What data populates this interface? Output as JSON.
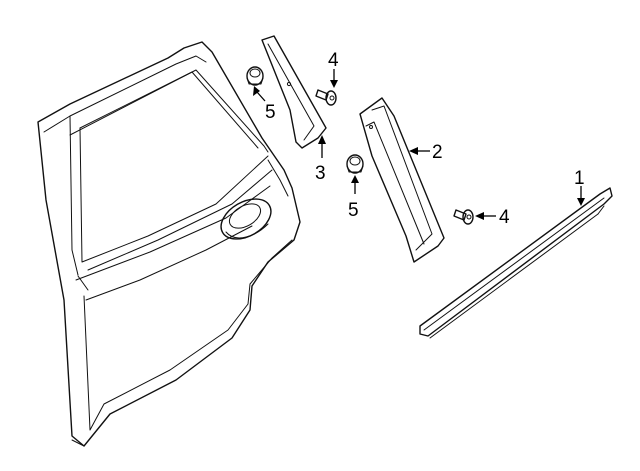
{
  "callouts": [
    {
      "id": "door",
      "label": ""
    },
    {
      "id": "c1",
      "label": "1",
      "part": "belt molding"
    },
    {
      "id": "c2",
      "label": "2",
      "part": "applique"
    },
    {
      "id": "c3",
      "label": "3",
      "part": "applique"
    },
    {
      "id": "c4a",
      "label": "4",
      "part": "bolt"
    },
    {
      "id": "c4b",
      "label": "4",
      "part": "bolt"
    },
    {
      "id": "c5a",
      "label": "5",
      "part": "nut"
    },
    {
      "id": "c5b",
      "label": "5",
      "part": "nut"
    }
  ]
}
